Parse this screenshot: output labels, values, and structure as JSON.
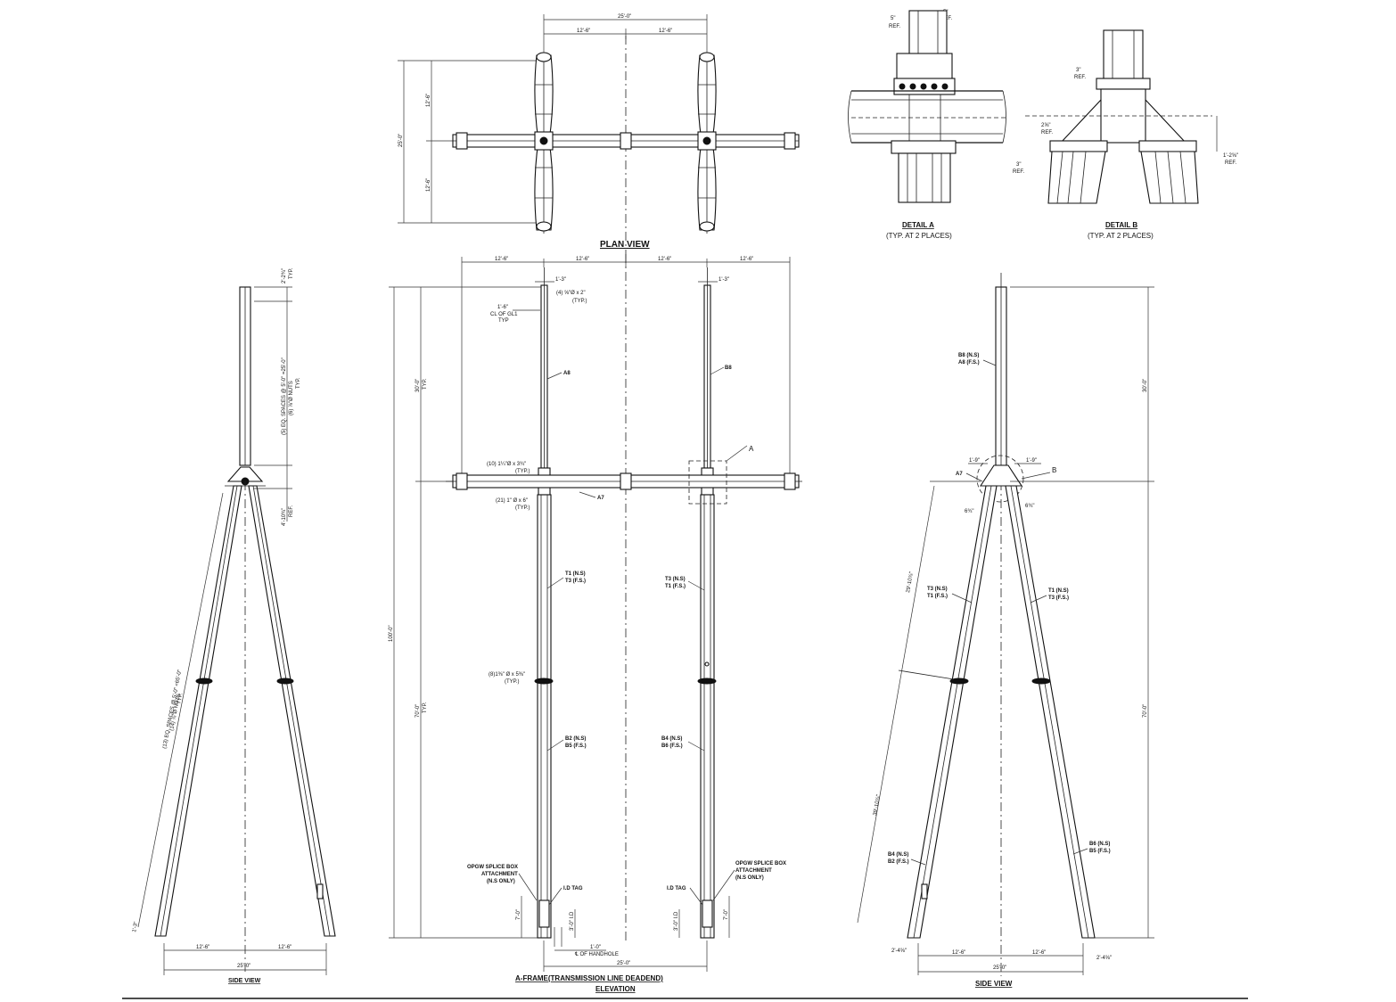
{
  "views": {
    "plan": {
      "title": "PLAN VIEW",
      "dims": {
        "overall": "25'-0\"",
        "half_left": "12'-6\"",
        "half_right": "12'-6\"",
        "total_vert": "25'-0\"",
        "upper": "12'-6\"",
        "lower": "12'-6\""
      }
    },
    "detail_a": {
      "title": "DETAIL  A",
      "subtitle": "(TYP. AT 2 PLACES)",
      "notes": {
        "ref_left": "5\"",
        "ref_left_sub": "REF.",
        "ref_right": "5\"",
        "ref_right_sub": "REF."
      }
    },
    "detail_b": {
      "title": "DETAIL  B",
      "subtitle": "(TYP. AT 2 PLACES)",
      "notes": {
        "top": "3\"",
        "top_sub": "REF.",
        "mid": "2⅝\"",
        "mid_sub": "REF.",
        "low": "3\"",
        "low_sub": "REF.",
        "right": "1'-2⅝\"",
        "right_sub": "REF."
      }
    },
    "elevation": {
      "title": "A-FRAME(TRANSMISSION LINE DEADEND)",
      "subtitle": "ELEVATION",
      "top_dims": [
        "12'-6\"",
        "12'-6\"",
        "12'-6\"",
        "12'-6\""
      ],
      "cap_left": "1'-3\"",
      "cap_right": "1'-3\"",
      "bolt_top": "(4) ⅝\"Ø x 2\"",
      "bolt_top_sub": "(TYP.)",
      "cl_offset": "1'-6\"",
      "cl_label": "CL OF GL1",
      "cl_sub": "TYP",
      "upper_height": "30'-0\"",
      "upper_sub": "TYP.",
      "overall_height": "100'-0\"",
      "lower_height": "70'-0\"",
      "lower_sub": "TYP.",
      "bolt_mid": "(10) 1¼\"Ø x 3¾\"",
      "bolt_mid_sub": "(TYP.)",
      "bolt_arm": "(21) 1\" Ø x 6\"",
      "bolt_arm_sub": "(TYP.)",
      "bolt_splice": "(8)1⅜\" Ø x 5⅜\"",
      "bolt_splice_sub": "(TYP.)",
      "mark_a8": "A8",
      "mark_b8": "B8",
      "mark_a7": "A7",
      "left_t1": "T1 (N.S)",
      "left_t3": "T3 (F.S.)",
      "right_t3": "T3 (N.S)",
      "right_t1": "T1 (F.S.)",
      "left_b2": "B2 (N.S)",
      "left_b5": "B5 (F.S.)",
      "right_b4": "B4 (N.S)",
      "right_b6": "B6 (F.S.)",
      "opgw_l1": "OPGW SPLICE BOX",
      "opgw_l2": "ATTACHMENT",
      "opgw_l3": "(N.S ONLY)",
      "id_tag": "I.D TAG",
      "base_a": "7'-0\"",
      "base_b": "3'-0\" I.D",
      "base_c": "1'-0\"",
      "handhole": "℄ OF HANDHOLE",
      "base_width": "25'-0\"",
      "callout_a": "A"
    },
    "side_left": {
      "title": "SIDE VIEW",
      "top_dim": "2'-2¾\"",
      "top_dim_sub": "TYP.",
      "nuts_1": "(5) EQ. SPACES @ 5'-0\" =25'-0\"",
      "nuts_2": "(6) ⅞\"Ø NUTS",
      "nuts_3": "TYP.",
      "ref_dim": "4'-10¾\"",
      "ref_sub": "REF.",
      "leg_1": "(13) EQ. SPACES @ 5'-0\" =65'-0\"",
      "leg_2": "(14) ⅞\"Ø NUTS",
      "leg_3": "TYP.",
      "foot": "1'-3\"",
      "base_l": "12'-6\"",
      "base_r": "12'-6\"",
      "base_total": "25'-0\""
    },
    "side_right": {
      "title": "SIDE VIEW",
      "mark_top_1": "B8 (N.S)",
      "mark_top_2": "A8 (F.S.)",
      "upper": "30'-0\"",
      "lower": "70'-0\"",
      "off_l": "1'-9\"",
      "off_r": "1'-9\"",
      "mark_a7": "A7",
      "callout_b": "B",
      "w_l": "6¾\"",
      "w_r": "6¾\"",
      "leg_upper": "29'-10⅞\"",
      "leg_lower": "39'-10⅞\"",
      "l_t3": "T3 (N.S)",
      "l_t1": "T1 (F.S.)",
      "r_t1": "T1 (N.S)",
      "r_t3": "T3 (F.S.)",
      "l_b4": "B4 (N.S)",
      "l_b2": "B2 (F.S.)",
      "r_b6": "B6 (N.S)",
      "r_b5": "B5 (F.S.)",
      "foot_l": "2'-4⅝\"",
      "foot_r": "2'-4⅝\"",
      "base_l": "12'-6\"",
      "base_r": "12'-6\"",
      "base_total": "25'-0\""
    }
  }
}
